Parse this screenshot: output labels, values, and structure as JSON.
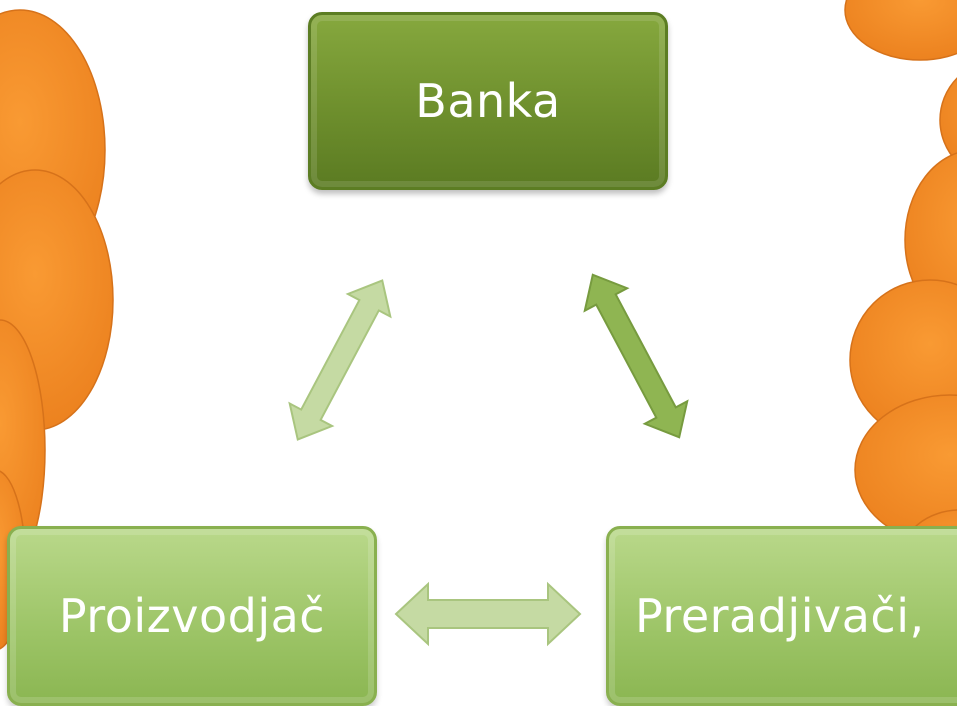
{
  "nodes": {
    "top": {
      "label": "Banka"
    },
    "left": {
      "label": "Proizvodjač"
    },
    "right": {
      "label": "Preradjivači,"
    }
  },
  "colors": {
    "cloud": "#f08a24",
    "cloud_outline": "#d6721a",
    "dark_green": "#6e8f2d",
    "light_green": "#a3c96f",
    "pale_arrow": "#c7dba6",
    "mid_arrow": "#8fb552"
  }
}
